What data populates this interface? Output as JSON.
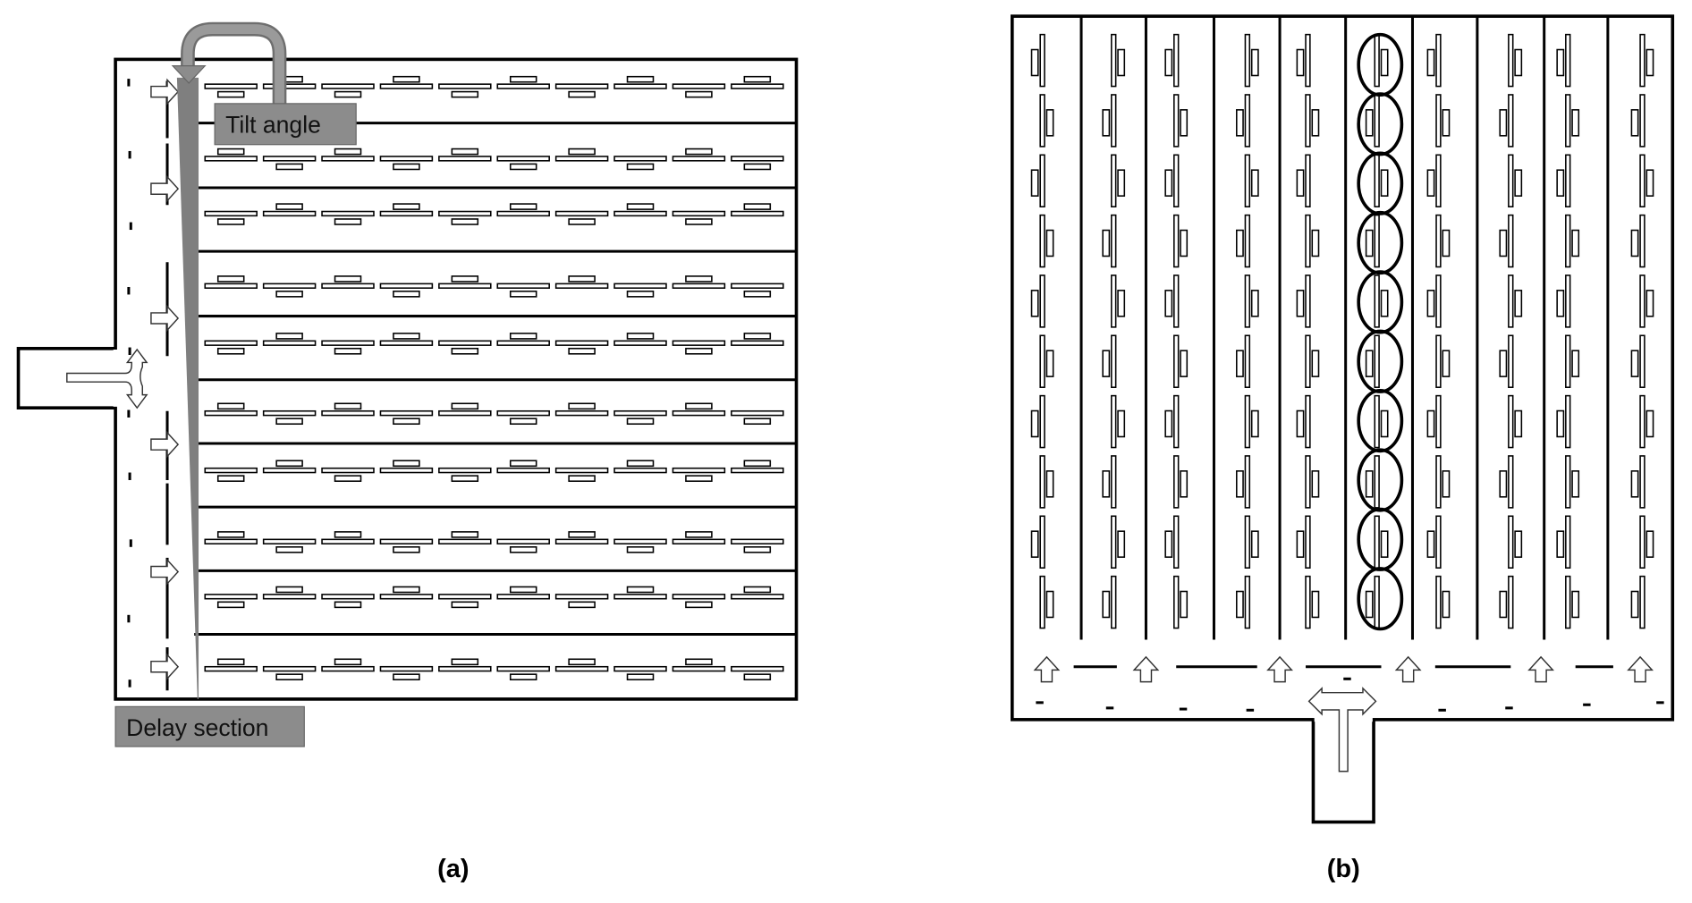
{
  "panel_a": {
    "caption": "(a)",
    "tilt_label": "Tilt angle",
    "delay_label": "Delay section"
  },
  "panel_b": {
    "caption": "(b)"
  },
  "colors": {
    "line": "#000000",
    "label_fill": "#8a8a8a",
    "wedge": "#7f7f7f",
    "arrow_gray": "#8c8c8c"
  }
}
